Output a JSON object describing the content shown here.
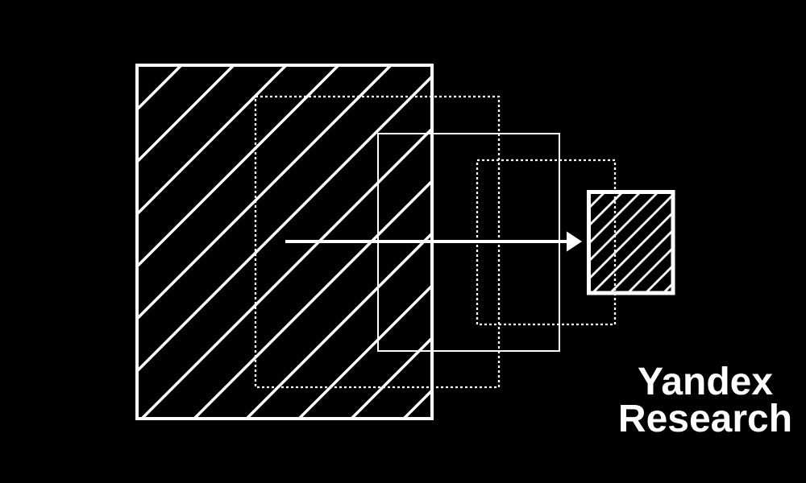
{
  "canvas": {
    "background": "#000000",
    "foreground": "#ffffff"
  },
  "logo": {
    "line1": "Yandex",
    "line2": "Research"
  },
  "diagram": {
    "shapes": [
      {
        "name": "large-hatched-rectangle",
        "border": "solid",
        "fill": "diagonal-hatch"
      },
      {
        "name": "large-dotted-rectangle",
        "border": "dotted",
        "fill": "none"
      },
      {
        "name": "medium-solid-rectangle",
        "border": "solid-thin",
        "fill": "none"
      },
      {
        "name": "small-dotted-rectangle",
        "border": "dotted",
        "fill": "none"
      },
      {
        "name": "right-arrow",
        "style": "solid-white-arrow"
      },
      {
        "name": "small-hatched-rectangle",
        "border": "solid-thick",
        "fill": "diagonal-hatch"
      }
    ]
  }
}
